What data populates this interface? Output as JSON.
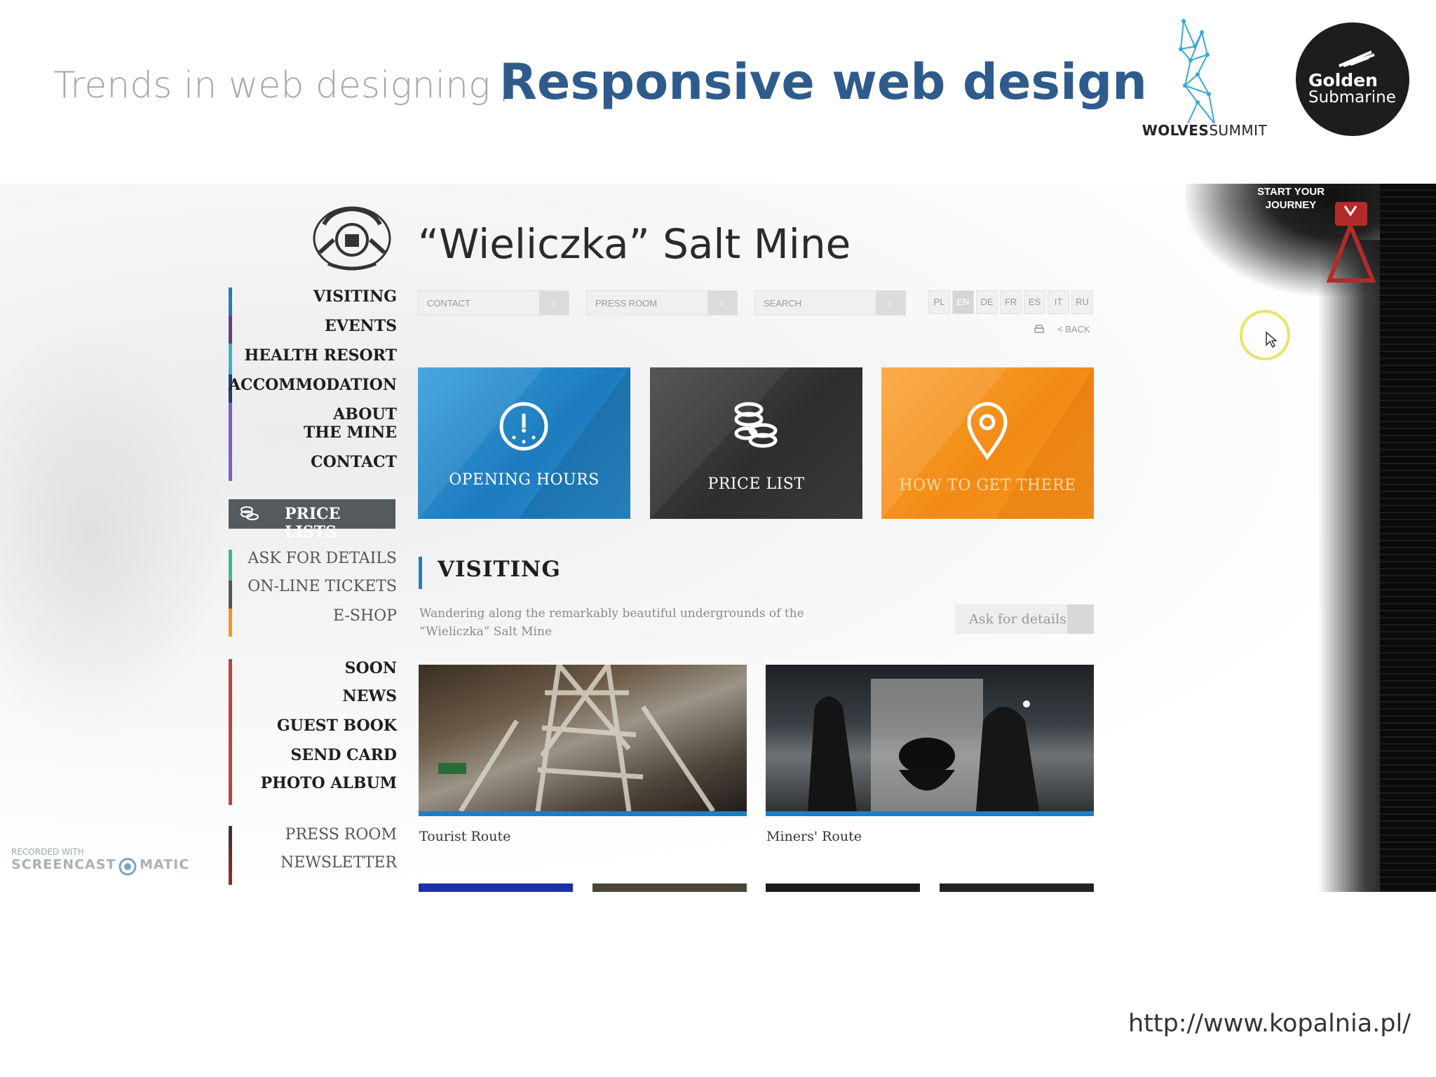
{
  "slide": {
    "breadcrumb": "Trends in web designing  /",
    "title": "Responsive web design",
    "url": "http://www.kopalnia.pl/"
  },
  "logos": {
    "wolves_bold": "WOLVES",
    "wolves_light": "SUMMIT",
    "golden_line1": "Golden",
    "golden_line2": "Submarine"
  },
  "site": {
    "title": "“Wieliczka” Salt Mine",
    "journey": "START YOUR JOURNEY",
    "nav_main": [
      "VISITING",
      "EVENTS",
      "HEALTH RESORT",
      "ACCOMMODATION",
      "ABOUT",
      "THE MINE",
      "CONTACT"
    ],
    "price_lists": "PRICE LISTS",
    "nav_secondary": [
      "ASK FOR DETAILS",
      "ON-LINE TICKETS",
      "E-SHOP"
    ],
    "nav_tertiary": [
      "SOON",
      "NEWS",
      "GUEST BOOK",
      "SEND CARD",
      "PHOTO ALBUM"
    ],
    "nav_bottom": [
      "PRESS ROOM",
      "NEWSLETTER"
    ],
    "utility": {
      "contact": "CONTACT",
      "press_room": "PRESS ROOM",
      "search": "SEARCH",
      "back": "< BACK"
    },
    "languages": [
      "PL",
      "EN",
      "DE",
      "FR",
      "ES",
      "IT",
      "RU"
    ],
    "active_language": "EN",
    "tiles": [
      {
        "label": "OPENING HOURS",
        "icon": "clock-icon",
        "color": "#2a8fd0"
      },
      {
        "label": "PRICE LIST",
        "icon": "coins-icon",
        "color": "#3a3a3a"
      },
      {
        "label": "HOW TO GET THERE",
        "icon": "map-pin-icon",
        "color": "#f6951f"
      }
    ],
    "section": {
      "title": "VISITING",
      "description": "Wandering along the remarkably beautiful undergrounds of the “Wieliczka” Salt Mine",
      "ask_button": "Ask for details"
    },
    "routes": [
      "Tourist Route",
      "Miners' Route"
    ]
  },
  "overlay": {
    "screencast_small": "RECORDED WITH",
    "screencast_big": "SCREENCAST",
    "screencast_suffix": "MATIC"
  },
  "colors": {
    "title_blue": "#2e5b8c",
    "accent_blue": "#1f7ec1",
    "accent_orange": "#f6951f",
    "dark": "#3a3a3a"
  }
}
